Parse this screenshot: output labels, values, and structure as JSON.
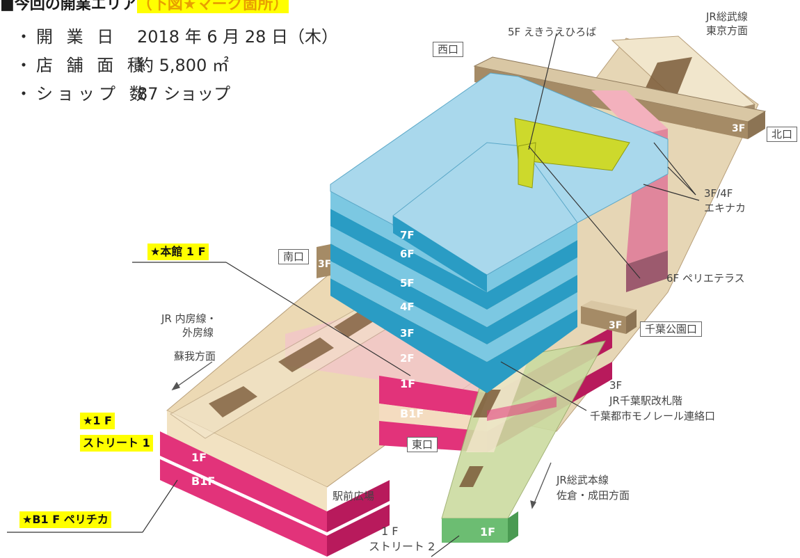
{
  "header": {
    "prefix": "■今回の開業エリア",
    "highlight": "（下図★マーク箇所）"
  },
  "facts": [
    {
      "label": "・開 業 日",
      "value": "2018 年 6 月 28 日（木）"
    },
    {
      "label": "・店 舗 面 積",
      "value": "約 5,800 ㎡"
    },
    {
      "label": "・ショップ 数",
      "value": "87 ショップ"
    }
  ],
  "callouts": {
    "main_1f": "★本館 1 F",
    "street1_line1": "★1 F",
    "street1_line2": "ストリート 1",
    "b1f": "★B1 F ペリチカ"
  },
  "labels": {
    "plaza_5f": "5F えきうえひろば",
    "jr_sobu_tokyo_1": "JR総武線",
    "jr_sobu_tokyo_2": "東京方面",
    "ekinaka_1": "3F/4F",
    "ekinaka_2": "エキナカ",
    "terrace_6f": "6F ペリエテラス",
    "jr_uchibo_1": "JR 内房線・",
    "jr_uchibo_2": "外房線",
    "soga": "蘇我方面",
    "gate_3f_1": "3F",
    "gate_3f_2": "JR千葉駅改札階",
    "gate_3f_3": "千葉都市モノレール連絡口",
    "sobu_main_1": "JR総武本線",
    "sobu_main_2": "佐倉・成田方面",
    "ekimae": "駅前広場",
    "street2_1": "1 F",
    "street2_2": "ストリート 2"
  },
  "exits": {
    "west": "西口",
    "north": "北口",
    "south": "南口",
    "chiba_park": "千葉公園口",
    "east": "東口"
  },
  "floor_tags": {
    "f7": "7F",
    "f6": "6F",
    "f5": "5F",
    "f4": "4F",
    "f3": "3F",
    "f2": "2F",
    "f1": "1F",
    "b1": "B1F",
    "north_3f": "3F",
    "south_3f": "3F",
    "park_3f": "3F",
    "left_1f": "1F",
    "left_b1f": "B1F",
    "street2_1f": "1F"
  },
  "colors": {
    "tower_top": "#a9d8ec",
    "tower_side": "#2a9cc4",
    "tower_light": "#7cc8e2",
    "plaza": "#cdd92c",
    "pink": "#e2337a",
    "pink_dark": "#b81a5c",
    "tan": "#d8c5a2",
    "tan_dark": "#9a8364",
    "cream": "#f3e6cc",
    "track": "#7a5a38",
    "highlight": "#ffff00",
    "green": "#6cbd72"
  }
}
